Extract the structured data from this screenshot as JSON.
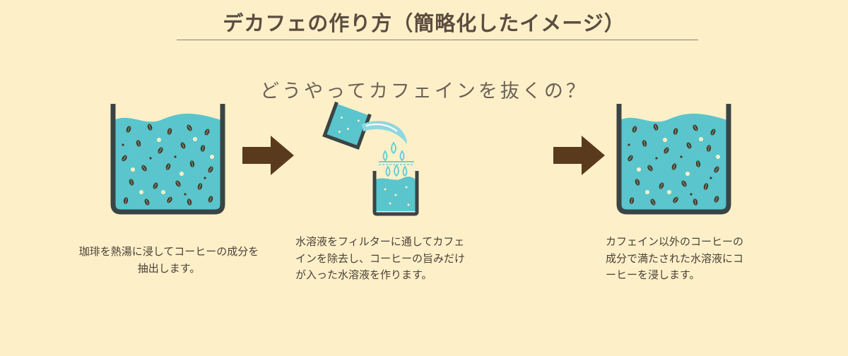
{
  "title": "デカフェの作り方（簡略化したイメージ）",
  "subtitle": "どうやってカフェインを抜くの？",
  "steps": [
    {
      "caption": "珈琲を熱湯に浸してコーヒーの成分を抽出します。"
    },
    {
      "caption": "水溶液をフィルターに通してカフェインを除去し、コーヒーの旨みだけが入った水溶液を作ります。"
    },
    {
      "caption": "カフェイン以外のコーヒーの成分で満たされた水溶液にコーヒーを浸します。"
    }
  ],
  "colors": {
    "background": "#fdf0c9",
    "water": "#5ac5cc",
    "container": "#3b4444",
    "arrow": "#5a3a1c",
    "bean": "#4f3721"
  }
}
